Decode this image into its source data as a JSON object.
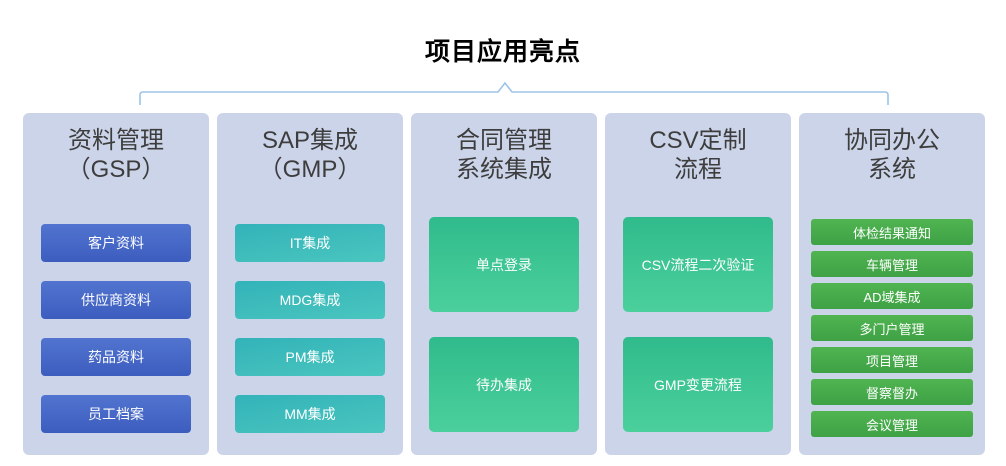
{
  "title": "项目应用亮点",
  "colors": {
    "col_bg": "#ccd4e9",
    "bracket": "#9dc3e6",
    "header_text": "#3d3d3d",
    "item_text": "#ffffff",
    "blue_top": "#5274d0",
    "blue_bottom": "#3c5dbe",
    "teal_top": "#33b3b9",
    "teal_bottom": "#4ac6bf",
    "green_top": "#30bb8c",
    "green_bottom": "#4bd09c",
    "small_green_top": "#50b451",
    "small_green_bottom": "#3ea246"
  },
  "columns": [
    {
      "id": "data-management",
      "style": "blue",
      "header_lines": [
        "资料管理",
        "（GSP）"
      ],
      "items": [
        "客户资料",
        "供应商资料",
        "药品资料",
        "员工档案"
      ]
    },
    {
      "id": "sap-integration",
      "style": "teal",
      "header_lines": [
        "SAP集成",
        "（GMP）"
      ],
      "items": [
        "IT集成",
        "MDG集成",
        "PM集成",
        "MM集成"
      ]
    },
    {
      "id": "contract-system-integration",
      "style": "green-tall",
      "header_lines": [
        "合同管理",
        "系统集成"
      ],
      "items": [
        "单点登录",
        "待办集成"
      ]
    },
    {
      "id": "csv-custom-process",
      "style": "green-tall",
      "header_lines": [
        "CSV定制",
        "流程"
      ],
      "items": [
        "CSV流程二次验证",
        "GMP变更流程"
      ]
    },
    {
      "id": "collaborative-office",
      "style": "green-small",
      "header_lines": [
        "协同办公",
        "系统"
      ],
      "items": [
        "体检结果通知",
        "车辆管理",
        "AD域集成",
        "多门户管理",
        "项目管理",
        "督察督办",
        "会议管理"
      ]
    }
  ]
}
